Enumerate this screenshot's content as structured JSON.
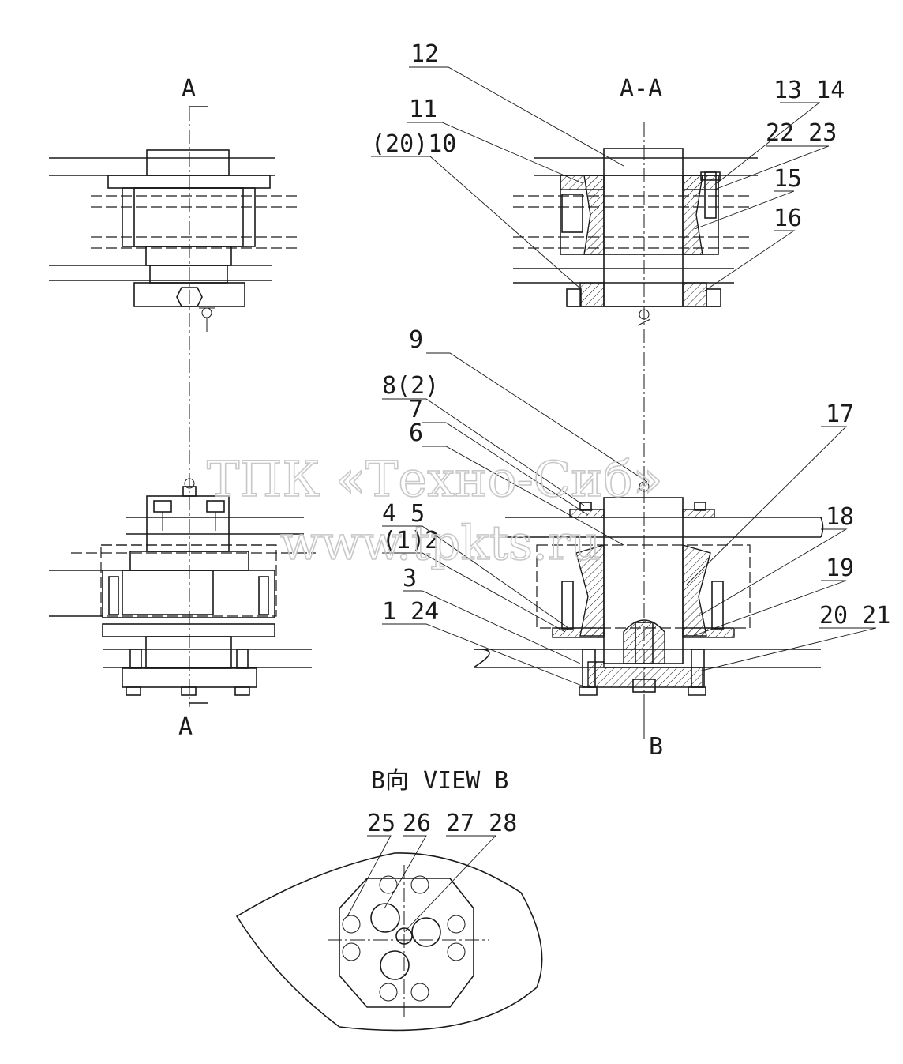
{
  "section_labels": {
    "a_top": "A",
    "a_bottom": "A",
    "section_aa": "A-A",
    "view_b_arrow": "B",
    "view_b_title": "B向 VIEW B"
  },
  "part_callouts": [
    {
      "key": "p12",
      "text": "12"
    },
    {
      "key": "p11",
      "text": "11"
    },
    {
      "key": "p20_10",
      "text": "(20)10"
    },
    {
      "key": "p13_14",
      "text": "13 14"
    },
    {
      "key": "p22_23",
      "text": "22 23"
    },
    {
      "key": "p15",
      "text": "15"
    },
    {
      "key": "p16",
      "text": "16"
    },
    {
      "key": "p9",
      "text": "9"
    },
    {
      "key": "p8_2",
      "text": "8(2)"
    },
    {
      "key": "p7",
      "text": "7"
    },
    {
      "key": "p6",
      "text": "6"
    },
    {
      "key": "p4_5",
      "text": "4 5"
    },
    {
      "key": "p1_2",
      "text": "(1)2"
    },
    {
      "key": "p3",
      "text": "3"
    },
    {
      "key": "p1_24",
      "text": "1 24"
    },
    {
      "key": "p17",
      "text": "17"
    },
    {
      "key": "p18",
      "text": "18"
    },
    {
      "key": "p19",
      "text": "19"
    },
    {
      "key": "p20_21",
      "text": "20 21"
    },
    {
      "key": "p25",
      "text": "25"
    },
    {
      "key": "p26",
      "text": "26"
    },
    {
      "key": "p27_28",
      "text": "27 28"
    }
  ],
  "watermark": {
    "line1": "ТПК «Техно-Сиб»",
    "line2": "www.tpkts.ru"
  },
  "colors": {
    "ink": "#1a1a1a",
    "watermark": "#c8c8c8",
    "background": "#ffffff"
  }
}
